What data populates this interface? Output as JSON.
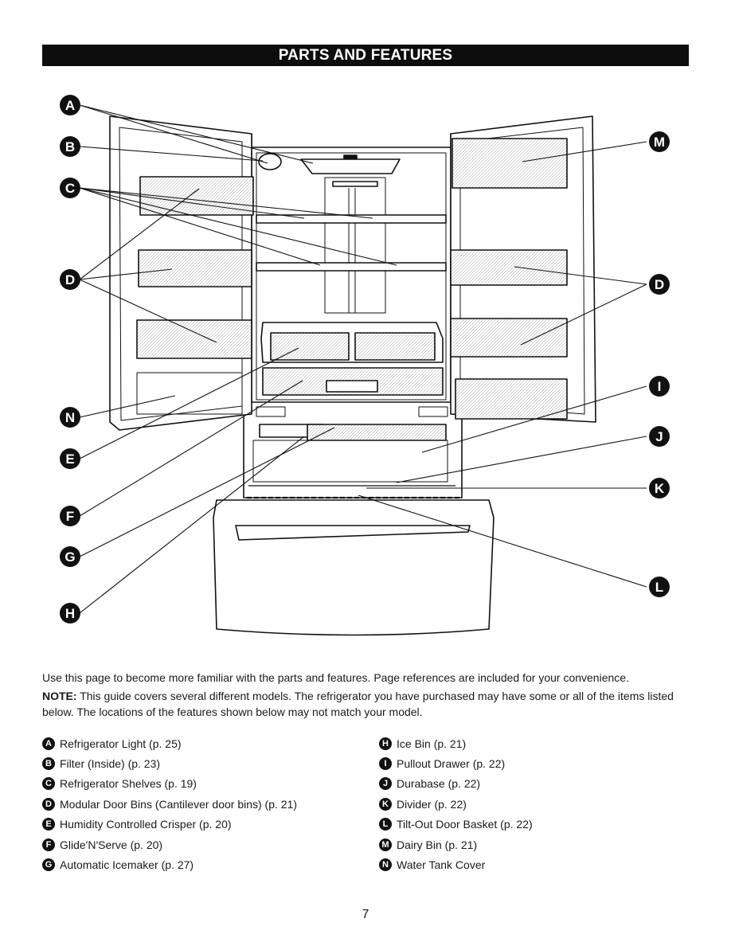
{
  "header": {
    "title": "PARTS AND FEATURES"
  },
  "callouts": [
    "A",
    "B",
    "C",
    "D",
    "D",
    "M",
    "N",
    "E",
    "F",
    "G",
    "H",
    "I",
    "J",
    "K",
    "L"
  ],
  "intro": {
    "line1": "Use this page to become more familiar with the parts and features. Page references are included for your convenience.",
    "note_label": "NOTE:",
    "note_text": " This guide covers several different models. The refrigerator you have purchased may have some or all of the items listed below. The locations of the features shown below may not match your model."
  },
  "legend_left": [
    {
      "letter": "A",
      "label": "Refrigerator Light (p. 25)"
    },
    {
      "letter": "B",
      "label": "Filter (Inside) (p. 23)"
    },
    {
      "letter": "C",
      "label": "Refrigerator Shelves (p. 19)"
    },
    {
      "letter": "D",
      "label": "Modular Door Bins (Cantilever door bins) (p. 21)"
    },
    {
      "letter": "E",
      "label": "Humidity Controlled Crisper (p. 20)"
    },
    {
      "letter": "F",
      "label": "Glide'N'Serve (p. 20)"
    },
    {
      "letter": "G",
      "label": "Automatic Icemaker (p. 27)"
    }
  ],
  "legend_right": [
    {
      "letter": "H",
      "label": "Ice Bin (p. 21)"
    },
    {
      "letter": "I",
      "label": "Pullout Drawer (p. 22)"
    },
    {
      "letter": "J",
      "label": "Durabase (p. 22)"
    },
    {
      "letter": "K",
      "label": "Divider (p. 22)"
    },
    {
      "letter": "L",
      "label": "Tilt-Out Door Basket (p. 22)"
    },
    {
      "letter": "M",
      "label": "Dairy Bin (p. 21)"
    },
    {
      "letter": "N",
      "label": "Water Tank Cover"
    }
  ],
  "page_number": "7"
}
